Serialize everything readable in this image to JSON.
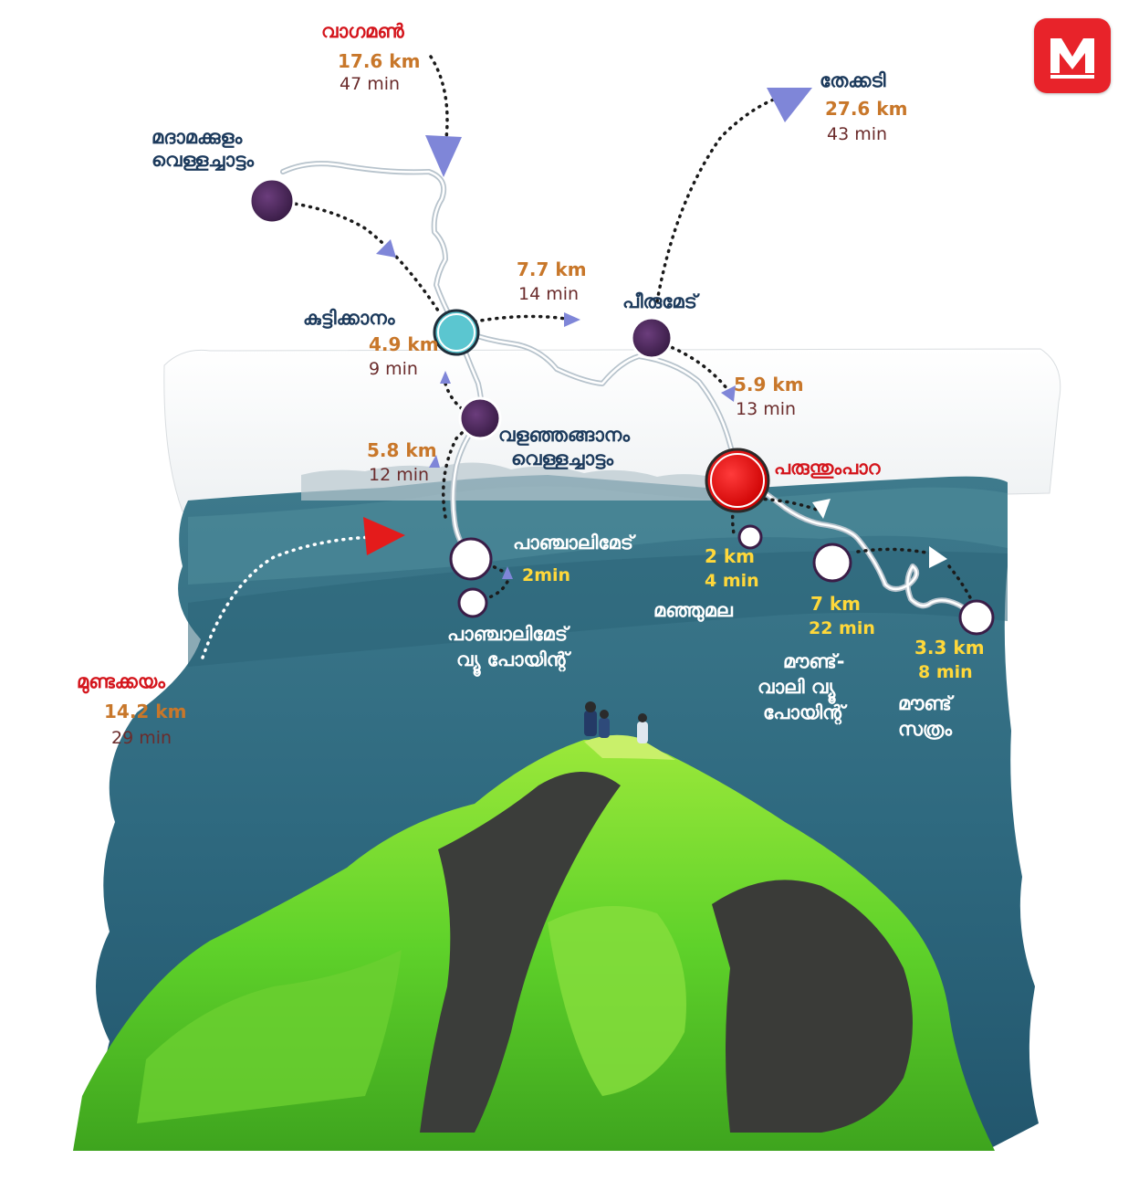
{
  "brand": {
    "accent": "#e8232a"
  },
  "places": {
    "vagamon": {
      "name": "വാഗമൺ",
      "distance": "17.6 km",
      "time": "47 min"
    },
    "madamakkulam": {
      "name_line1": "മദാമക്കുളം",
      "name_line2": "വെള്ളച്ചാട്ടം"
    },
    "thekkady": {
      "name": "തേക്കടി",
      "distance": "27.6 km",
      "time": "43 min"
    },
    "kuttikkanam": {
      "name": "കുട്ടിക്കാനം",
      "distance": "4.9 km",
      "time": "9 min"
    },
    "kuttikkanam_peerumedu": {
      "distance": "7.7 km",
      "time": "14 min"
    },
    "peerumedu": {
      "name": "പീരുമേട്",
      "distance": "5.9 km",
      "time": "13 min"
    },
    "valanjanganam": {
      "name_line1": "വളഞ്ഞങ്ങാനം",
      "name_line2": "വെള്ളച്ചാട്ടം",
      "distance": "5.8 km",
      "time": "12 min"
    },
    "parunthumpara": {
      "name": "പരുന്തുംപാറ"
    },
    "panchalimedu": {
      "name": "പാഞ്ചാലിമേട്",
      "time": "2min"
    },
    "panchalimedu_view": {
      "name_line1": "പാഞ്ചാലിമേട്",
      "name_line2": "വ്യൂ പോയിന്റ്"
    },
    "manjumala": {
      "name": "മഞ്ഞുമല",
      "distance": "2 km",
      "time": "4 min"
    },
    "mount_valley": {
      "name_line1": "മൗണ്ട്-",
      "name_line2": "വാലി വ്യൂ",
      "name_line3": "പോയിന്റ്",
      "distance": "7 km",
      "time": "22 min"
    },
    "mount_sathram": {
      "name_line1": "മൗണ്ട്",
      "name_line2": "സത്രം",
      "distance": "3.3 km",
      "time": "8 min"
    },
    "mundakkayam": {
      "name": "മുണ്ടക്കയം",
      "distance": "14.2 km",
      "time": "29 min"
    }
  }
}
